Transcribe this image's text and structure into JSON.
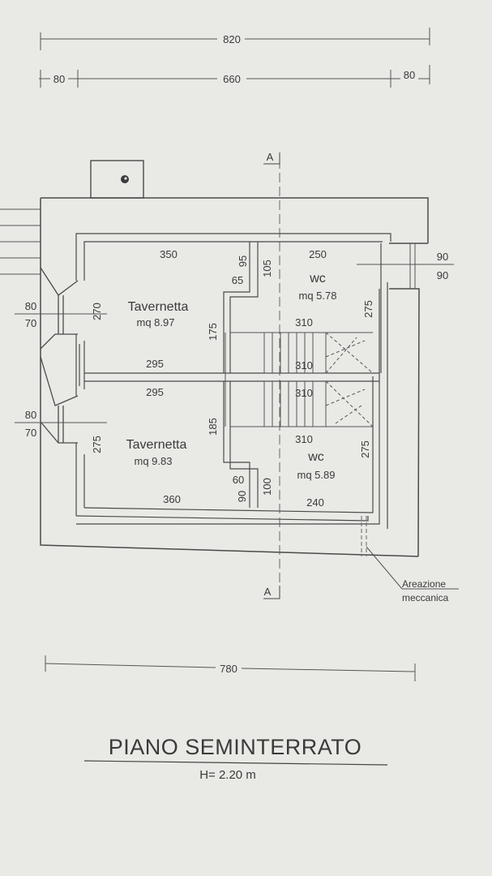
{
  "dimensions": {
    "overall_top": "820",
    "left_offset": "80",
    "middle_span": "660",
    "right_offset": "80",
    "overall_bottom": "780",
    "right_wall_a": "90",
    "right_wall_b": "90",
    "left_wall_upper_a": "80",
    "left_wall_upper_b": "70",
    "left_wall_lower_a": "80",
    "left_wall_lower_b": "70"
  },
  "section_marks": {
    "top": "A",
    "bottom": "A"
  },
  "rooms": {
    "tavernetta_upper": {
      "name": "Tavernetta",
      "area": "mq 8.97",
      "top_width": "350",
      "bottom_width": "295",
      "height": "270",
      "notch_width": "65",
      "notch_height": "95",
      "stair_side": "175"
    },
    "wc_upper": {
      "name": "wc",
      "area": "mq 5.78",
      "top_width": "250",
      "side_height": "105",
      "right_height": "275",
      "stair_width_a": "310",
      "stair_width_b": "310"
    },
    "tavernetta_lower": {
      "name": "Tavernetta",
      "area": "mq 9.83",
      "top_width": "295",
      "bottom_width": "360",
      "height": "275",
      "notch_width": "60",
      "notch_height": "90",
      "stair_side": "185"
    },
    "wc_lower": {
      "name": "wc",
      "area": "mq 5.89",
      "bottom_width": "240",
      "side_height": "100",
      "right_height": "275",
      "stair_width_a": "310",
      "stair_width_b": "310"
    }
  },
  "annotation": {
    "line1": "Areazione",
    "line2": "meccanica"
  },
  "title": "PIANO SEMINTERRATO",
  "subtitle": "H= 2.20 m"
}
